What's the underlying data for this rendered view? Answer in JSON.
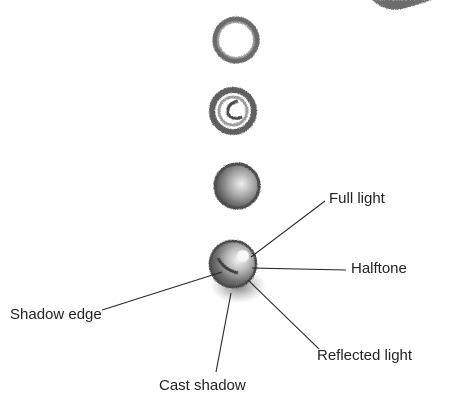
{
  "labels": {
    "full_light": "Full light",
    "halftone": "Halftone",
    "shadow_edge": "Shadow edge",
    "reflected_light": "Reflected light",
    "cast_shadow": "Cast shadow"
  },
  "colors": {
    "pencil_dark": "#3a3a3a",
    "pencil_mid": "#7a7a7a",
    "pencil_light": "#b4b4b4",
    "paper": "#ffffff",
    "leader_line": "#2a2a2a"
  }
}
